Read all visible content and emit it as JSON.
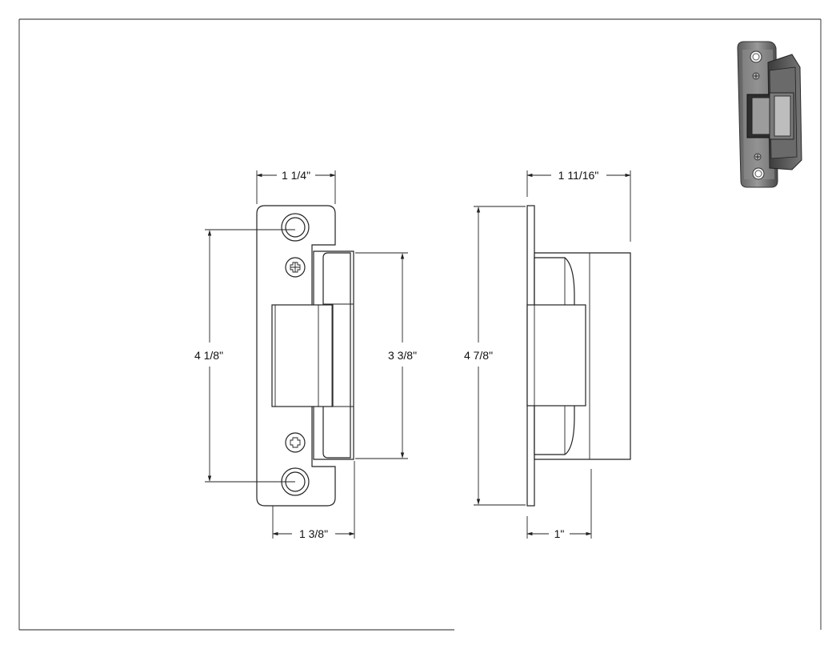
{
  "dimensions": {
    "front_top_width": "1 1/4\"",
    "front_hole_spacing": "4 1/8\"",
    "front_keeper_height": "3 3/8\"",
    "front_bottom_width": "1 3/8\"",
    "side_depth": "1 11/16\"",
    "side_overall_height": "4 7/8\"",
    "side_bottom_depth": "1\""
  }
}
